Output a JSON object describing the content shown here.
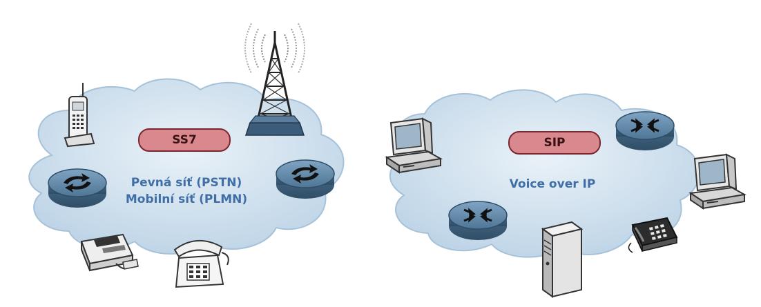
{
  "left_network": {
    "protocol": "SS7",
    "label_line1": "Pevná síť (PSTN)",
    "label_line2": "Mobilní síť (PLMN)"
  },
  "right_network": {
    "protocol": "SIP",
    "label": "Voice over IP"
  },
  "colors": {
    "cloud_fill": "#d2e3ef",
    "protocol_pill": "#d9888e",
    "label_text": "#3f6fa6",
    "router": "#5d86a8"
  }
}
